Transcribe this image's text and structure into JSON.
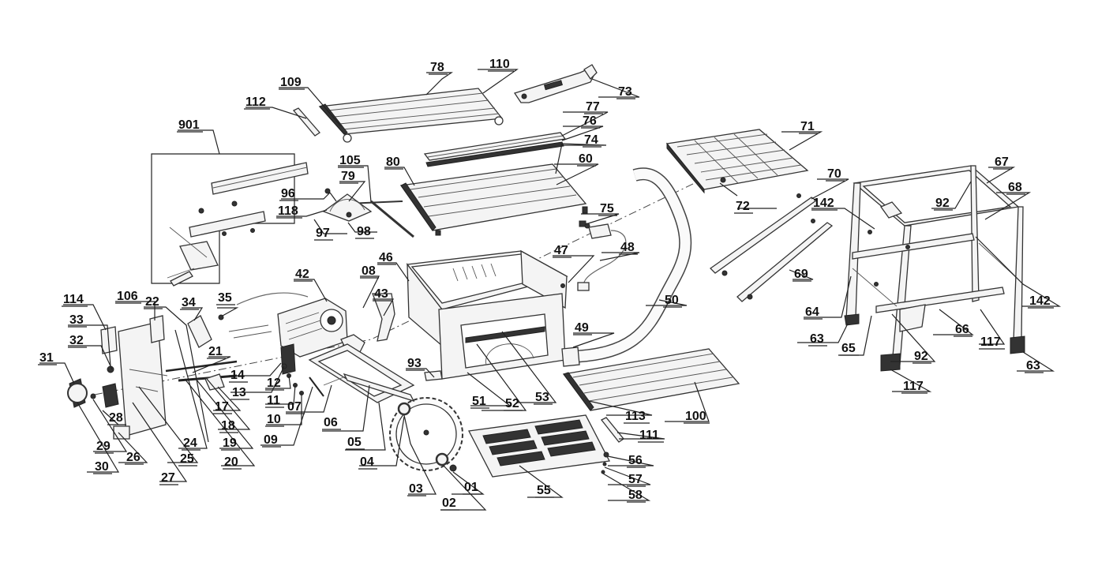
{
  "diagram": {
    "labels": [
      "901",
      "112",
      "109",
      "78",
      "110",
      "73",
      "77",
      "76",
      "74",
      "60",
      "80",
      "105",
      "79",
      "96",
      "118",
      "97",
      "98",
      "75",
      "71",
      "70",
      "72",
      "142",
      "92",
      "67",
      "68",
      "69",
      "64",
      "63",
      "65",
      "66",
      "117",
      "48",
      "47",
      "46",
      "42",
      "08",
      "43",
      "49",
      "50",
      "93",
      "51",
      "52",
      "53",
      "100",
      "113",
      "111",
      "114",
      "106",
      "22",
      "34",
      "35",
      "33",
      "32",
      "31",
      "21",
      "14",
      "13",
      "12",
      "11",
      "10",
      "09",
      "07",
      "06",
      "05",
      "04",
      "03",
      "02",
      "01",
      "55",
      "56",
      "57",
      "58",
      "28",
      "29",
      "30",
      "26",
      "27",
      "25",
      "24",
      "20",
      "19",
      "18",
      "17"
    ]
  }
}
